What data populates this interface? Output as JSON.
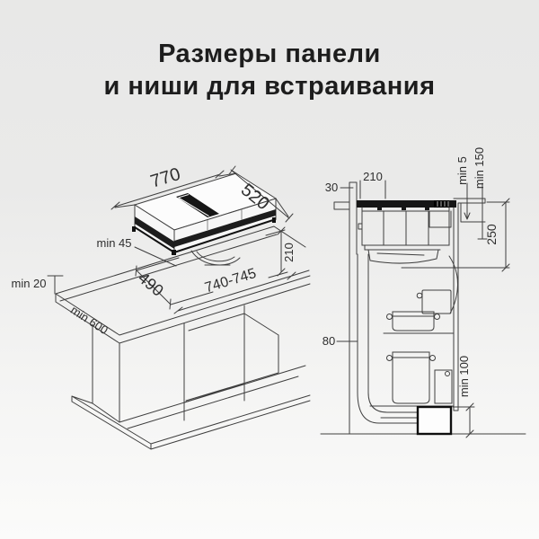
{
  "title": {
    "line1": "Размеры панели",
    "line2": "и ниши для встраивания"
  },
  "left_diagram": {
    "description": "isometric view of hob panel above cabinet niche",
    "labels": {
      "panel_width": "770",
      "panel_depth": "520",
      "underside_clearance": "min 45",
      "cutout_depth": "490",
      "cutout_width": "740-745",
      "panel_height": "210",
      "edge_offset": "min 20",
      "counter_depth": "min 600"
    }
  },
  "right_diagram": {
    "description": "side cross-section of hob with downdraft hood, duct and plinth outlet",
    "labels": {
      "back_gap": "30",
      "top_width": "210",
      "counter_gap": "min 5",
      "side_clearance": "min 150",
      "install_depth": "250",
      "duct_width": "80",
      "plinth_height": "min 100"
    }
  },
  "colors": {
    "background_top": "#e8e8e7",
    "background_bottom": "#fbfbfa",
    "line": "#3f3f3f",
    "panel_fill": "#161616",
    "title_text": "#1d1d1d"
  }
}
